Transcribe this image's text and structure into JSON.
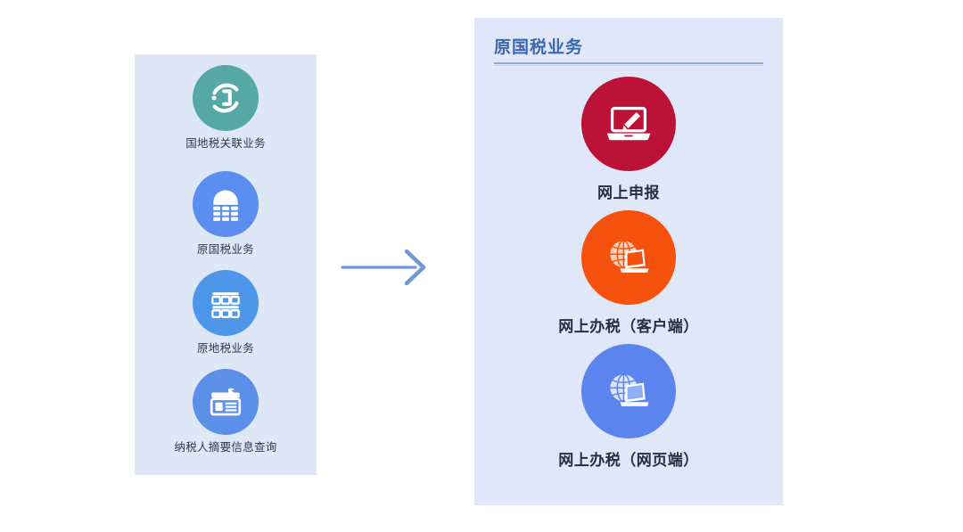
{
  "left_panel": {
    "background_color": "#dde7f6",
    "items": [
      {
        "label": "国地税关联业务",
        "icon": "sync-circle-icon",
        "circle_color": "#55a8a3"
      },
      {
        "label": "原国税业务",
        "icon": "building-grid-icon",
        "circle_color": "#5b8ef0"
      },
      {
        "label": "原地税业务",
        "icon": "table-grid-icon",
        "circle_color": "#4e96ea"
      },
      {
        "label": "纳税人摘要信息查询",
        "icon": "id-card-icon",
        "circle_color": "#5c8fe8"
      }
    ]
  },
  "arrow": {
    "name": "right-arrow-connector",
    "color": "#6f98d8",
    "direction": "right"
  },
  "right_panel": {
    "background_color": "#dfe7f8",
    "header": {
      "title": "原国税业务",
      "title_color": "#3b67ae",
      "rule_color": "#8fa9d4"
    },
    "items": [
      {
        "label": "网上申报",
        "icon": "laptop-pen-icon",
        "circle_color": "#bc1238"
      },
      {
        "label": "网上办税（客户端）",
        "icon": "globe-laptop-icon",
        "circle_color": "#f4520d"
      },
      {
        "label": "网上办税（网页端）",
        "icon": "globe-laptop-icon",
        "circle_color": "#5b84ee"
      }
    ]
  }
}
